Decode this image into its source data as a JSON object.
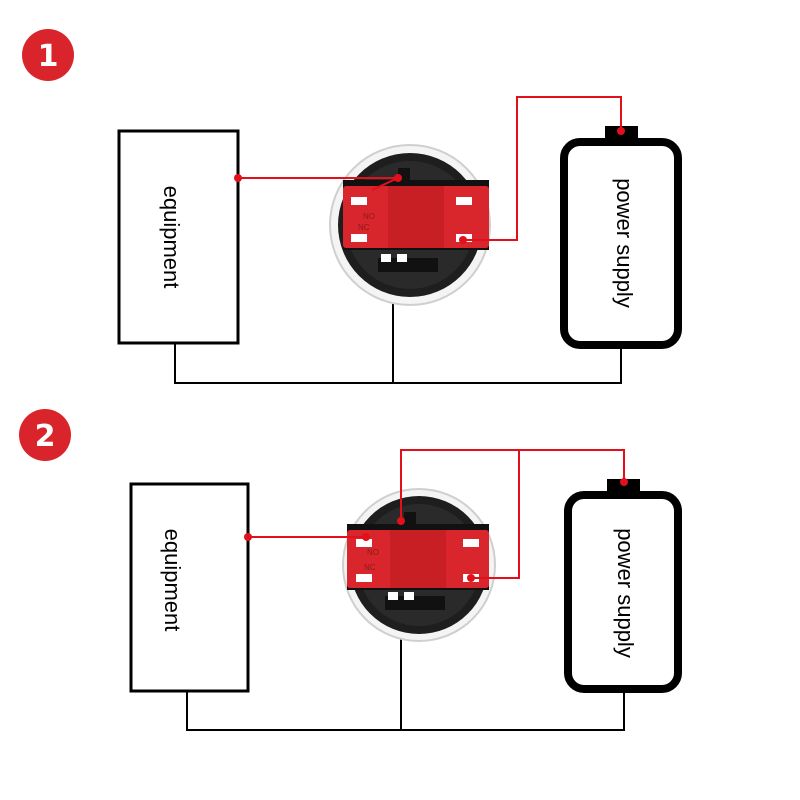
{
  "diagrams": [
    {
      "badge": "1",
      "equipment_label": "equipment",
      "power_label": "power supply",
      "pins": {
        "left_top": "NO",
        "left_bottom": "NC"
      }
    },
    {
      "badge": "2",
      "equipment_label": "equipment",
      "power_label": "power supply",
      "pins": {
        "left_top": "NO",
        "left_bottom": "NC"
      }
    }
  ],
  "colors": {
    "badge": "#d9242c",
    "wire_red": "#e2101b",
    "wire_black": "#000000",
    "switch_red": "#d9262c",
    "switch_body": "#1e1e1e"
  }
}
